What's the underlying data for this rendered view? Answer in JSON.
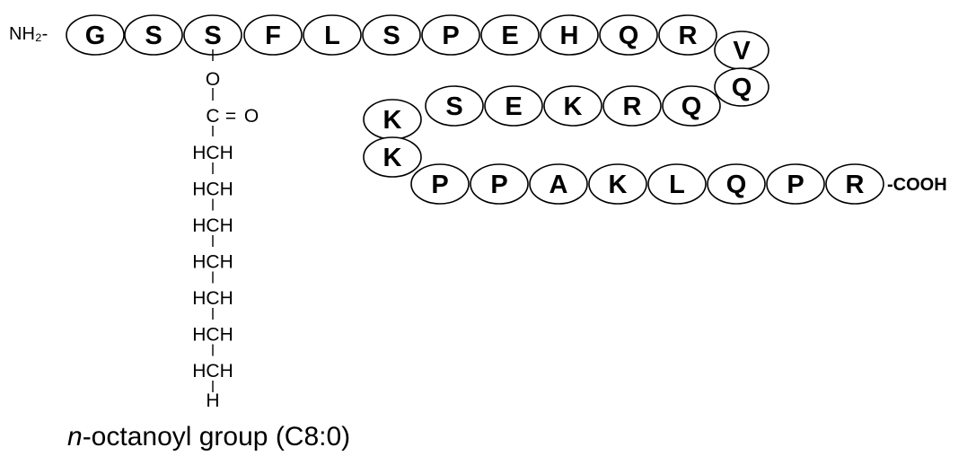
{
  "peptide": {
    "n_terminus": "NH₂-",
    "c_terminus": "-COOH",
    "rows": [
      [
        "G",
        "S",
        "S",
        "F",
        "L",
        "S",
        "P",
        "E",
        "H",
        "Q",
        "R"
      ],
      [
        "V",
        "Q"
      ],
      [
        "K",
        "S",
        "E",
        "K",
        "R",
        "Q"
      ],
      [
        "K",
        "P",
        "P",
        "A",
        "K",
        "L",
        "Q",
        "P",
        "R"
      ]
    ]
  },
  "side_chain": {
    "ester_oxygen": "O",
    "carbonyl_carbon": "C",
    "carbonyl_bond": "=",
    "carbonyl_oxygen": "O",
    "methylenes": [
      "HCH",
      "HCH",
      "HCH",
      "HCH",
      "HCH",
      "HCH",
      "HCH"
    ],
    "terminal_h": "H"
  },
  "caption": {
    "prefix": "n",
    "text": "-octanoyl group (C8:0)"
  }
}
